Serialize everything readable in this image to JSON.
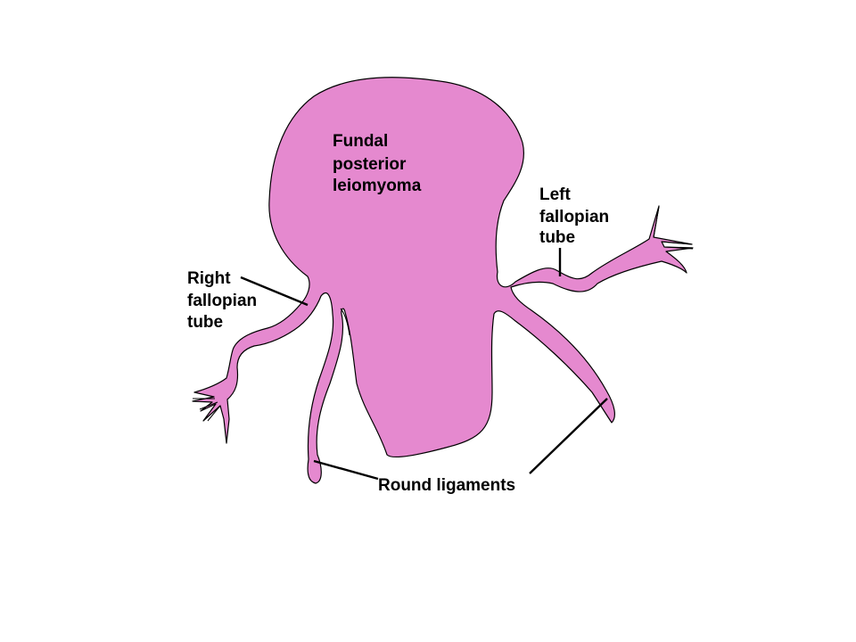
{
  "colors": {
    "tissue": "#e589cf",
    "outline": "#000000",
    "background": "#ffffff"
  },
  "labels": {
    "fundal": [
      "Fundal",
      "posterior",
      "leiomyoma"
    ],
    "left_tube": [
      "Left",
      "fallopian",
      "tube"
    ],
    "right_tube": [
      "Right",
      "fallopian",
      "tube"
    ],
    "round_ligaments": "Round ligaments"
  }
}
